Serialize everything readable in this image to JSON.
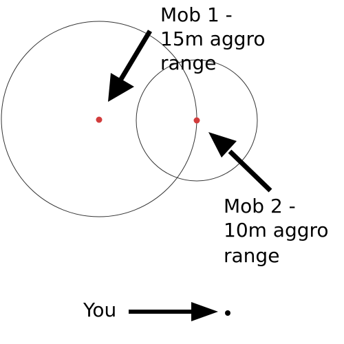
{
  "mob1": {
    "name": "Mob 1",
    "aggro_range_m": 15,
    "label_lines": [
      "Mob 1 -",
      "15m aggro",
      "range"
    ]
  },
  "mob2": {
    "name": "Mob 2",
    "aggro_range_m": 10,
    "label_lines": [
      "Mob 2 -",
      "10m aggro",
      "range"
    ]
  },
  "player": {
    "label": "You"
  },
  "colors": {
    "mob_dot": "#d23c3c",
    "circle_stroke": "#333333",
    "arrow": "#000000",
    "player_dot": "#000000"
  }
}
